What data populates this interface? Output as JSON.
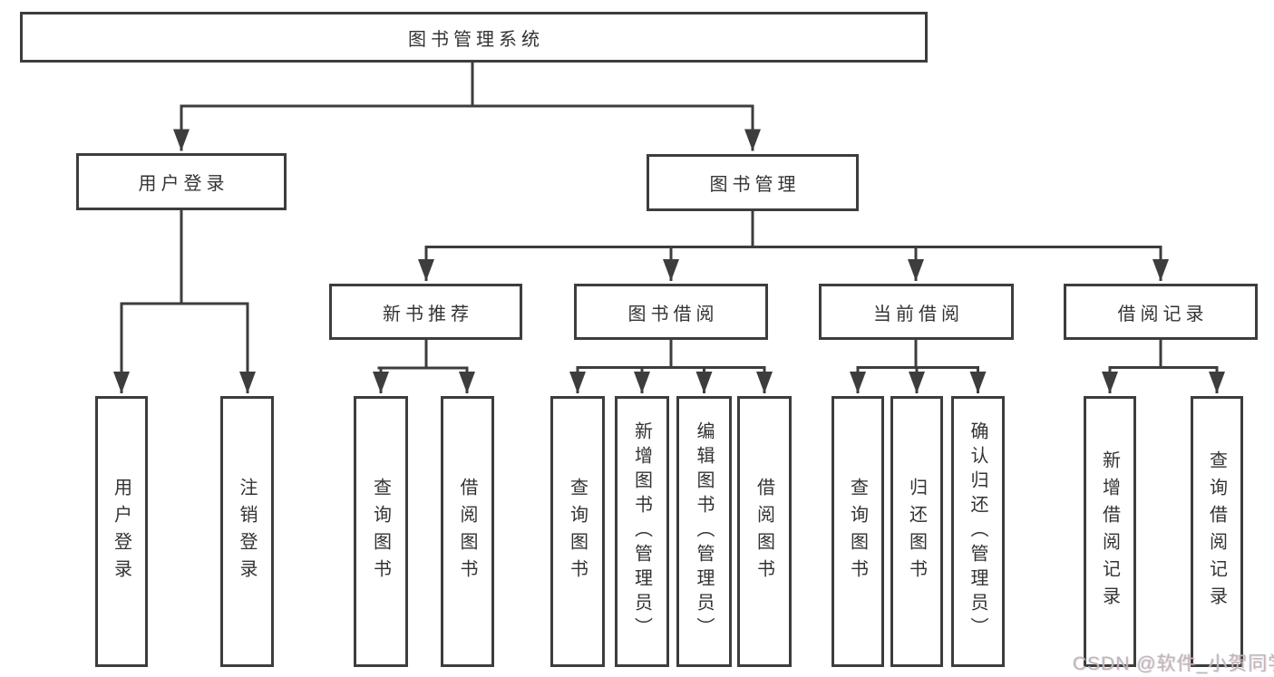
{
  "nodes": {
    "root": "图书管理系统",
    "level2": [
      "用户登录",
      "图书管理"
    ],
    "level3": [
      "新书推荐",
      "图书借阅",
      "当前借阅",
      "借阅记录"
    ],
    "leaves": [
      "用户登录",
      "注销登录",
      "查询图书",
      "借阅图书",
      "查询图书",
      "新增图书（管理员）",
      "编辑图书（管理员）",
      "借阅图书",
      "查询图书",
      "归还图书",
      "确认归还（管理员）",
      "新增借阅记录",
      "查询借阅记录"
    ]
  },
  "hierarchy": {
    "图书管理系统": [
      "用户登录",
      "图书管理"
    ],
    "用户登录": [
      "用户登录",
      "注销登录"
    ],
    "图书管理": [
      "新书推荐",
      "图书借阅",
      "当前借阅",
      "借阅记录"
    ],
    "新书推荐": [
      "查询图书",
      "借阅图书"
    ],
    "图书借阅": [
      "查询图书",
      "新增图书（管理员）",
      "编辑图书（管理员）",
      "借阅图书"
    ],
    "当前借阅": [
      "查询图书",
      "归还图书",
      "确认归还（管理员）"
    ],
    "借阅记录": [
      "新增借阅记录",
      "查询借阅记录"
    ]
  },
  "watermark": "CSDN @软件_小贺同学",
  "colors": {
    "line": "#3d3d3d",
    "text": "#333333",
    "watermark": "#b9b9b9",
    "background": "#ffffff"
  }
}
